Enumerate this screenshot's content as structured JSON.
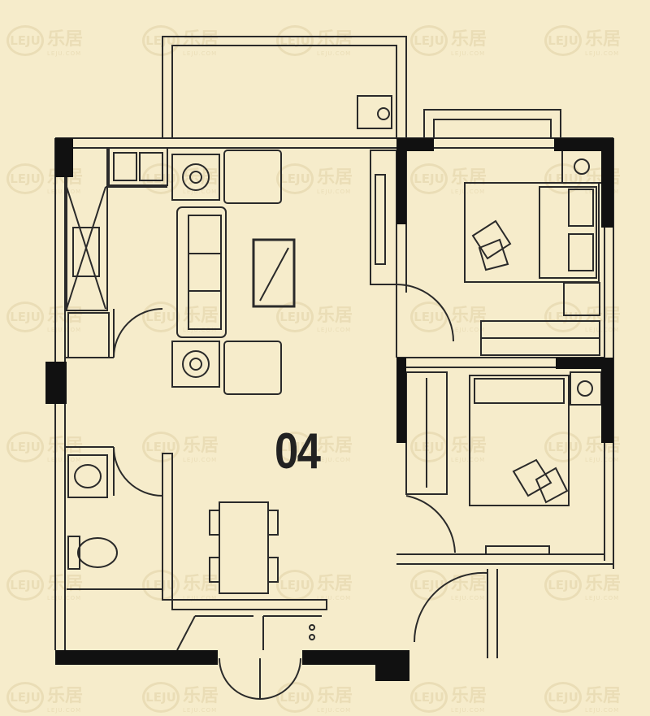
{
  "plan": {
    "unit_number": "04"
  },
  "watermark": {
    "logo_text": "LEJU",
    "chinese_text": "乐居",
    "sub_text": "LEJU.COM"
  },
  "colors": {
    "background": "#f6eccb",
    "wall": "#111111",
    "line": "#2a2a2a",
    "watermark": "#e6d8b0"
  }
}
